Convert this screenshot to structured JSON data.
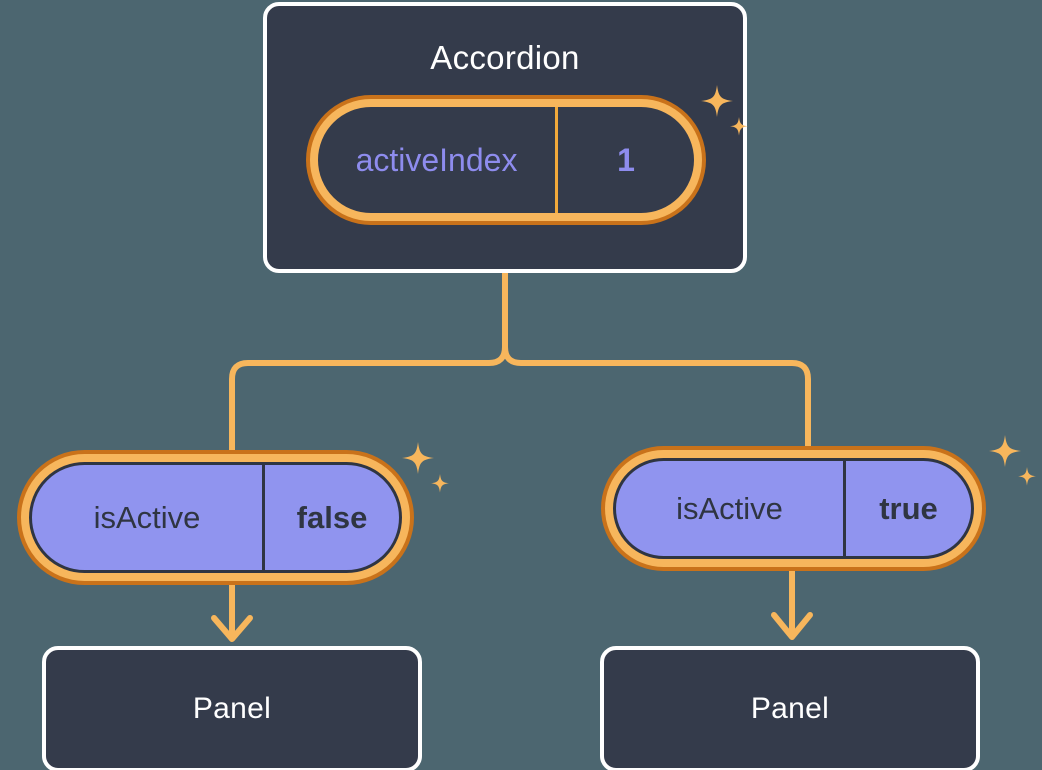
{
  "background_color": "#4c6670",
  "palette": {
    "card_bg": "#343b4b",
    "card_border": "#ffffff",
    "ring_outer": "#c9721a",
    "ring_inner": "#f7b65c",
    "connector": "#f7b65c",
    "pill_fill_purple": "#9094ef",
    "pill_text_dark": "#2f3542",
    "pill_text_purple": "#8e8cee",
    "divider_orange": "#f2a93b",
    "sparkle": "#f7b65c"
  },
  "diagram": {
    "type": "component-state-tree",
    "root": {
      "label": "Accordion",
      "state": {
        "key": "activeIndex",
        "value": "1"
      }
    },
    "branches": [
      {
        "side": "left",
        "state": {
          "key": "isActive",
          "value": "false"
        },
        "child": {
          "label": "Panel"
        }
      },
      {
        "side": "right",
        "state": {
          "key": "isActive",
          "value": "true"
        },
        "child": {
          "label": "Panel"
        }
      }
    ]
  },
  "icons": {
    "sparkle": "sparkle-four-point-star"
  }
}
